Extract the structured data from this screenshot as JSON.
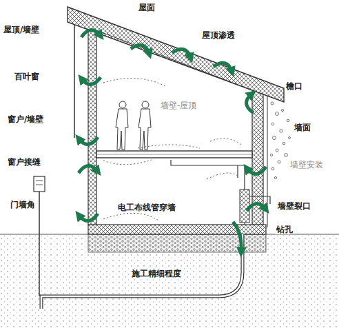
{
  "diagram": {
    "labels": [
      "屋顶/墙壁",
      "屋面",
      "屋顶渗透",
      "百叶窗",
      "檐口",
      "墙壁-屋顶",
      "窗户/墙壁",
      "墙面",
      "窗户接缝",
      "墙壁安装",
      "门墙角",
      "墙壁裂口",
      "电工布线管穿墙",
      "钻孔",
      "施工精细程度"
    ]
  }
}
